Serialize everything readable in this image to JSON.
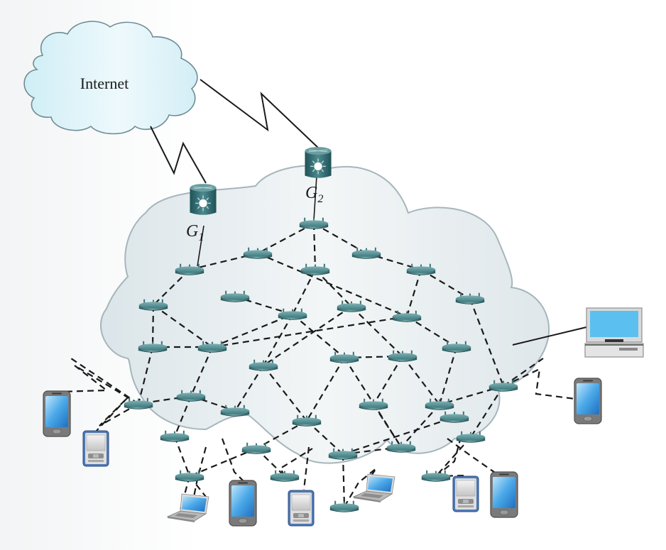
{
  "title": "Wireless mesh network connected to the Internet via gateways",
  "colors": {
    "internet_cloud_fill": "#dff3f8",
    "internet_cloud_stroke": "#6f8c94",
    "mesh_cloud_fill": "#e8eff2",
    "mesh_cloud_stroke": "#9fb0b6",
    "router": "#3f7c80",
    "link": "#1a1a1a",
    "screen": "#5bc0f0"
  },
  "internet": {
    "label": "Internet",
    "icon": "cloud-icon"
  },
  "gateways": [
    {
      "id": "G1",
      "label_main": "G",
      "label_sub": "1",
      "icon": "gateway-router-icon"
    },
    {
      "id": "G2",
      "label_main": "G",
      "label_sub": "2",
      "icon": "gateway-router-icon"
    }
  ],
  "mesh_routers": [
    {
      "id": "r0"
    },
    {
      "id": "r1"
    },
    {
      "id": "r2"
    },
    {
      "id": "r3"
    },
    {
      "id": "r4"
    },
    {
      "id": "r5"
    },
    {
      "id": "r6"
    },
    {
      "id": "r7"
    },
    {
      "id": "r8"
    },
    {
      "id": "r9"
    },
    {
      "id": "r10"
    },
    {
      "id": "r11"
    },
    {
      "id": "r12"
    },
    {
      "id": "r13"
    },
    {
      "id": "r14"
    },
    {
      "id": "r15"
    },
    {
      "id": "r16"
    },
    {
      "id": "r17"
    },
    {
      "id": "r18"
    },
    {
      "id": "r19"
    },
    {
      "id": "r20"
    },
    {
      "id": "r21"
    },
    {
      "id": "r22"
    },
    {
      "id": "r23"
    },
    {
      "id": "r24"
    },
    {
      "id": "r25"
    },
    {
      "id": "r26"
    },
    {
      "id": "r27"
    },
    {
      "id": "r28"
    },
    {
      "id": "r29"
    },
    {
      "id": "r30"
    },
    {
      "id": "r31"
    },
    {
      "id": "r32"
    },
    {
      "id": "r33"
    },
    {
      "id": "r34"
    }
  ],
  "wired_links": [
    {
      "from": "Internet",
      "to": "G1",
      "type": "wan-zigzag"
    },
    {
      "from": "Internet",
      "to": "G2",
      "type": "wan-zigzag"
    },
    {
      "from": "G1",
      "to": "r2",
      "type": "wired"
    },
    {
      "from": "G2",
      "to": "r0",
      "type": "wired"
    },
    {
      "from": "r18",
      "to": "desktop",
      "type": "wired"
    }
  ],
  "wireless_links": [
    [
      "r0",
      "r1"
    ],
    [
      "r0",
      "r3"
    ],
    [
      "r0",
      "r4"
    ],
    [
      "r1",
      "r2"
    ],
    [
      "r1",
      "r10"
    ],
    [
      "r4",
      "r5"
    ],
    [
      "r5",
      "r11"
    ],
    [
      "r2",
      "r6"
    ],
    [
      "r6",
      "r12"
    ],
    [
      "r6",
      "r13"
    ],
    [
      "r12",
      "r13"
    ],
    [
      "r13",
      "r8"
    ],
    [
      "r7",
      "r8"
    ],
    [
      "r3",
      "r8"
    ],
    [
      "r3",
      "r9"
    ],
    [
      "r9",
      "r16"
    ],
    [
      "r10",
      "r13"
    ],
    [
      "r5",
      "r10"
    ],
    [
      "r10",
      "r17"
    ],
    [
      "r8",
      "r14"
    ],
    [
      "r8",
      "r15"
    ],
    [
      "r11",
      "r18"
    ],
    [
      "r12",
      "r19"
    ],
    [
      "r13",
      "r20"
    ],
    [
      "r20",
      "r19"
    ],
    [
      "r20",
      "r21"
    ],
    [
      "r14",
      "r21"
    ],
    [
      "r14",
      "r22"
    ],
    [
      "r15",
      "r22"
    ],
    [
      "r15",
      "r16"
    ],
    [
      "r16",
      "r23"
    ],
    [
      "r16",
      "r24"
    ],
    [
      "r17",
      "r24"
    ],
    [
      "r15",
      "r28"
    ],
    [
      "r24",
      "r28"
    ],
    [
      "r18",
      "r29"
    ],
    [
      "r18",
      "r24"
    ],
    [
      "r20",
      "r25"
    ],
    [
      "r25",
      "r30"
    ],
    [
      "r22",
      "r26"
    ],
    [
      "r26",
      "r30"
    ],
    [
      "r22",
      "r27"
    ],
    [
      "r27",
      "r28"
    ],
    [
      "r27",
      "r33"
    ],
    [
      "r27",
      "r34"
    ],
    [
      "r23",
      "r28"
    ],
    [
      "r29",
      "r32"
    ],
    [
      "r26",
      "r31"
    ],
    [
      "r9",
      "r14"
    ]
  ],
  "client_devices": [
    {
      "type": "smartphone",
      "icon": "smartphone-icon"
    },
    {
      "type": "pda",
      "icon": "pda-icon"
    },
    {
      "type": "laptop",
      "icon": "laptop-icon"
    },
    {
      "type": "smartphone",
      "icon": "smartphone-icon"
    },
    {
      "type": "pda",
      "icon": "pda-icon"
    },
    {
      "type": "laptop",
      "icon": "laptop-icon"
    },
    {
      "type": "pda",
      "icon": "pda-icon"
    },
    {
      "type": "smartphone",
      "icon": "smartphone-icon"
    },
    {
      "type": "smartphone",
      "icon": "smartphone-icon"
    },
    {
      "type": "desktop",
      "icon": "desktop-computer-icon"
    }
  ]
}
